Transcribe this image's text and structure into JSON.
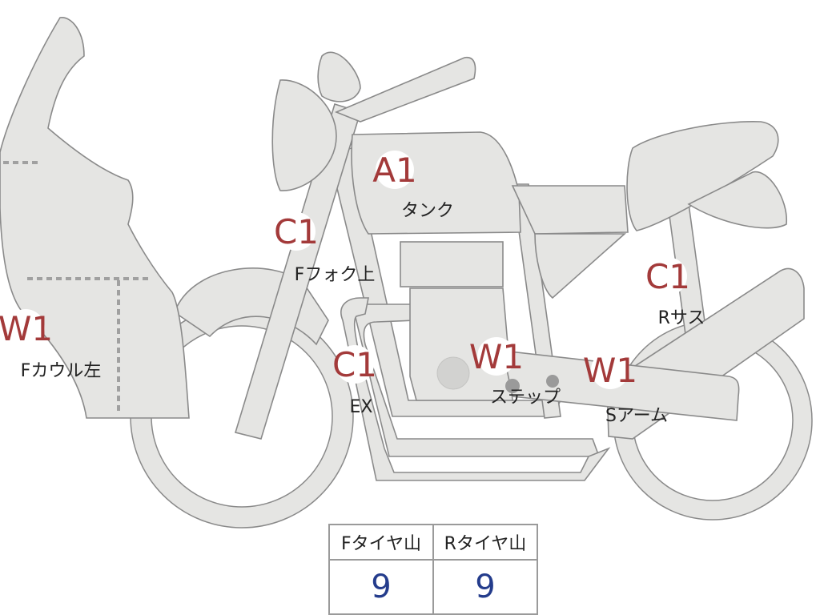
{
  "markers": [
    {
      "id": "tank",
      "grade": "A1",
      "label": "タンク"
    },
    {
      "id": "fork-upper",
      "grade": "C1",
      "label": "Fフォク上"
    },
    {
      "id": "exhaust",
      "grade": "C1",
      "label": "EX"
    },
    {
      "id": "rear-suspension",
      "grade": "C1",
      "label": "Rサス"
    },
    {
      "id": "front-cowl-left",
      "grade": "W1",
      "label": "Fカウル左"
    },
    {
      "id": "step",
      "grade": "W1",
      "label": "ステップ"
    },
    {
      "id": "swing-arm",
      "grade": "W1",
      "label": "Sアーム"
    }
  ],
  "tires": {
    "front_label": "Fタイヤ山",
    "rear_label": "Rタイヤ山",
    "front_value": "9",
    "rear_value": "9"
  },
  "colors": {
    "grade_text": "#a33a3a",
    "tire_value": "#243c8c",
    "part_fill": "#e5e5e3",
    "part_outline": "#8a8a8a"
  }
}
